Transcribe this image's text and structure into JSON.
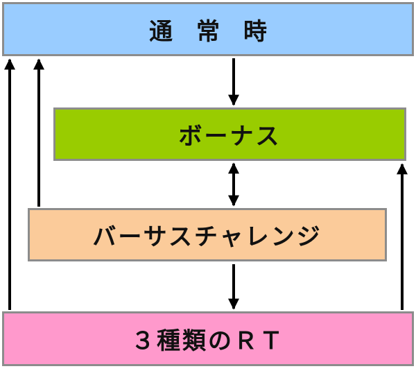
{
  "nodes": {
    "normal": {
      "label": "通常時",
      "color": "#99ccff"
    },
    "bonus": {
      "label": "ボーナス",
      "color": "#99cc00"
    },
    "versus": {
      "label": "バーサスチャレンジ",
      "color": "#fbcb9a"
    },
    "rt": {
      "label": "３種類のＲＴ",
      "color": "#ff99cc"
    }
  },
  "edges": [
    {
      "from": "normal",
      "to": "bonus"
    },
    {
      "from": "bonus",
      "to": "versus",
      "bidirectional": true
    },
    {
      "from": "versus",
      "to": "rt"
    },
    {
      "from": "versus",
      "to": "normal"
    },
    {
      "from": "rt",
      "to": "normal"
    },
    {
      "from": "rt",
      "to": "normal"
    },
    {
      "from": "rt",
      "to": "bonus"
    }
  ],
  "colors": {
    "border": "#8c8c8c",
    "arrow": "#000000"
  }
}
